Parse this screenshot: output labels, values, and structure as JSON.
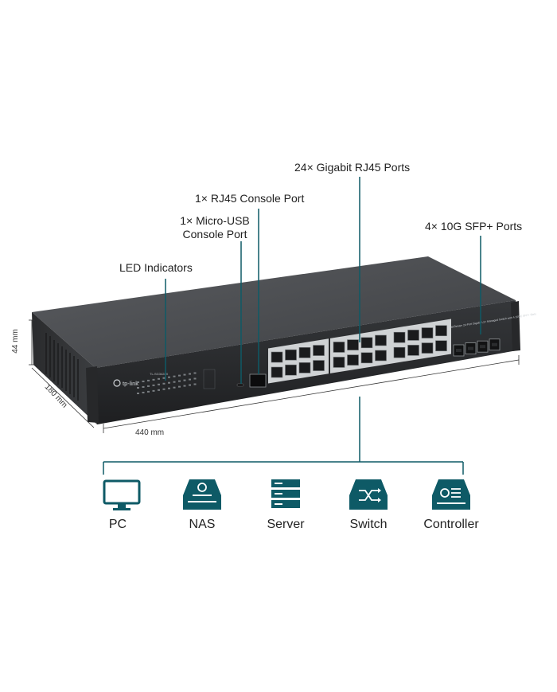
{
  "callouts": {
    "gigabit_ports": "24× Gigabit RJ45 Ports",
    "rj45_console": "1× RJ45 Console Port",
    "micro_usb_line1": "1× Micro-USB",
    "micro_usb_line2": "Console Port",
    "sfp_ports": "4× 10G SFP+ Ports",
    "led_indicators": "LED Indicators"
  },
  "dimensions": {
    "height": "44 mm",
    "depth": "180 mm",
    "width": "440 mm"
  },
  "device": {
    "brand": "tp-link",
    "model": "TL-SG3428X",
    "description": "JetStream 24-Port Gigabit L2+ Managed Switch with 4 10GE SFP+ Slots"
  },
  "connections": [
    {
      "label": "PC",
      "icon": "pc-icon"
    },
    {
      "label": "NAS",
      "icon": "nas-icon"
    },
    {
      "label": "Server",
      "icon": "server-icon"
    },
    {
      "label": "Switch",
      "icon": "switch-icon"
    },
    {
      "label": "Controller",
      "icon": "controller-icon"
    }
  ],
  "colors": {
    "accent": "#0e5a66",
    "chassis_top": "#4a4c4f",
    "chassis_front": "#2b2d30"
  }
}
